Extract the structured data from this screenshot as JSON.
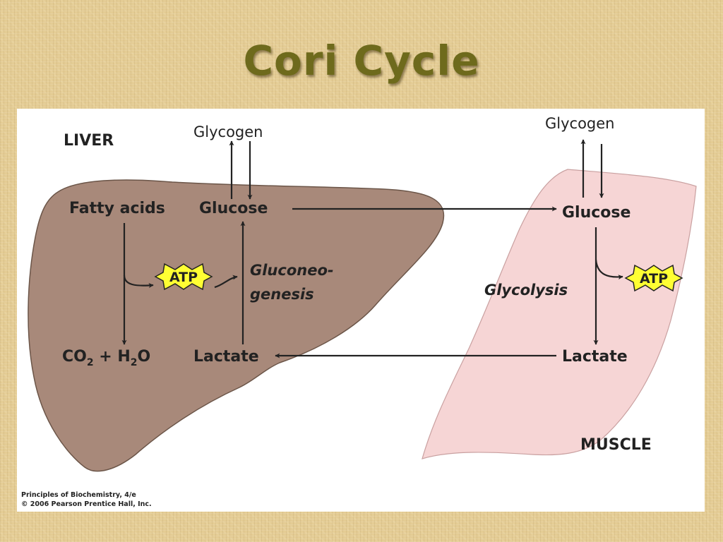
{
  "slide": {
    "title": "Cori Cycle"
  },
  "diagram": {
    "liver": {
      "label": "LIVER",
      "glycogen": "Glycogen",
      "fatty_acids": "Fatty acids",
      "glucose": "Glucose",
      "atp": "ATP",
      "process_line1": "Gluconeo-",
      "process_line2": "genesis",
      "co2": "CO",
      "co2_sub": "2",
      "plus": " + H",
      "h2o_sub": "2",
      "h2o_o": "O",
      "lactate": "Lactate"
    },
    "muscle": {
      "label": "MUSCLE",
      "glycogen": "Glycogen",
      "glucose": "Glucose",
      "atp": "ATP",
      "process": "Glycolysis",
      "lactate": "Lactate"
    },
    "colors": {
      "liver_fill": "#a8897a",
      "muscle_fill": "#f6d5d5",
      "atp_fill": "#ffff33"
    }
  },
  "credit": {
    "line1": "Principles of Biochemistry, 4/e",
    "line2": "© 2006 Pearson Prentice Hall, Inc."
  }
}
